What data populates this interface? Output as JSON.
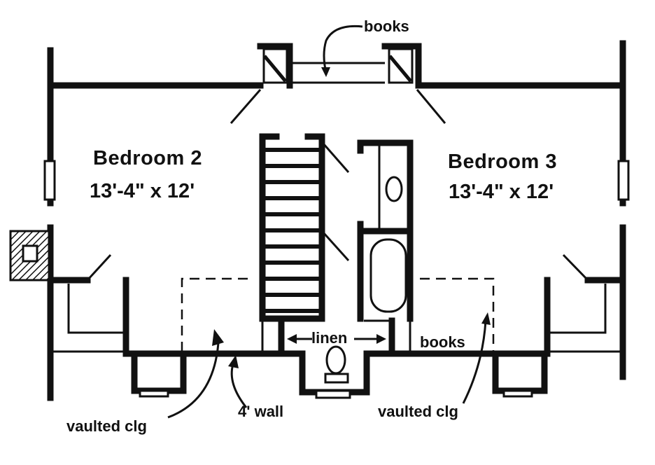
{
  "rooms": {
    "bedroom2": {
      "name": "Bedroom 2",
      "size": "13'-4\" x 12'"
    },
    "bedroom3": {
      "name": "Bedroom 3",
      "size": "13'-4\" x 12'"
    }
  },
  "notes": {
    "books_top": "books",
    "books_right": "books",
    "linen": "linen",
    "vaulted_left": "vaulted clg",
    "vaulted_right": "vaulted clg",
    "wall_4ft": "4' wall"
  },
  "colors": {
    "ink": "#111111",
    "paper": "#ffffff"
  }
}
